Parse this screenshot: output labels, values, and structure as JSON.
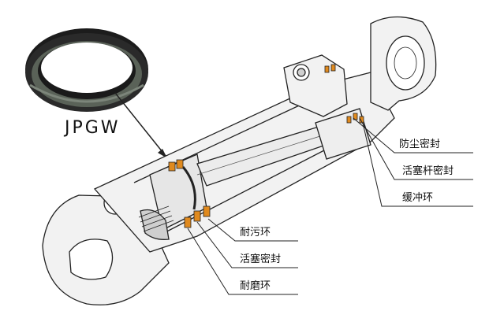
{
  "product_label": "JPGW",
  "callouts": [
    {
      "id": "dust-seal",
      "text": "防尘密封"
    },
    {
      "id": "rod-seal",
      "text": "活塞杆密封"
    },
    {
      "id": "buffer-ring",
      "text": "缓冲环"
    },
    {
      "id": "anti-fouling-ring",
      "text": "耐污环"
    },
    {
      "id": "piston-seal",
      "text": "活塞密封"
    },
    {
      "id": "wear-ring",
      "text": "耐磨环"
    }
  ],
  "colors": {
    "seal_orange": "#e08a1e",
    "outline": "#222222",
    "cylinder_fill": "#f2f2f2"
  }
}
